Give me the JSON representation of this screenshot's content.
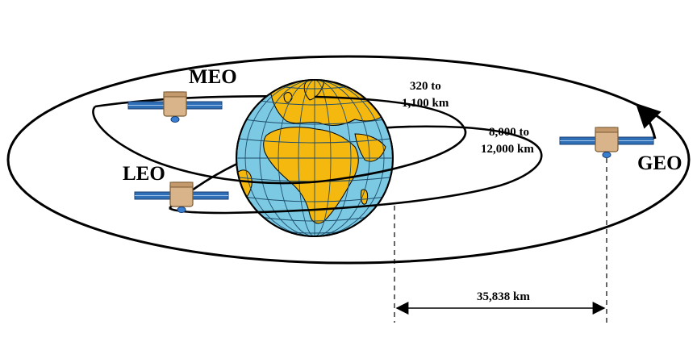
{
  "labels": {
    "meo": "MEO",
    "leo": "LEO",
    "geo": "GEO",
    "leo_range_line1": "320 to",
    "leo_range_line2": "1,100 km",
    "meo_range_line1": "8,000 to",
    "meo_range_line2": "12,000 km",
    "geo_distance": "35,838 km"
  },
  "colors": {
    "ocean": "#7cc9e3",
    "land": "#f5b80f",
    "orbit": "#000000",
    "panel": "#2f6fb5",
    "satellite_body": "#d9b48a"
  },
  "icons": [
    "earth-globe",
    "satellite-icon",
    "direction-arrow-icon",
    "dimension-arrow-icon"
  ]
}
